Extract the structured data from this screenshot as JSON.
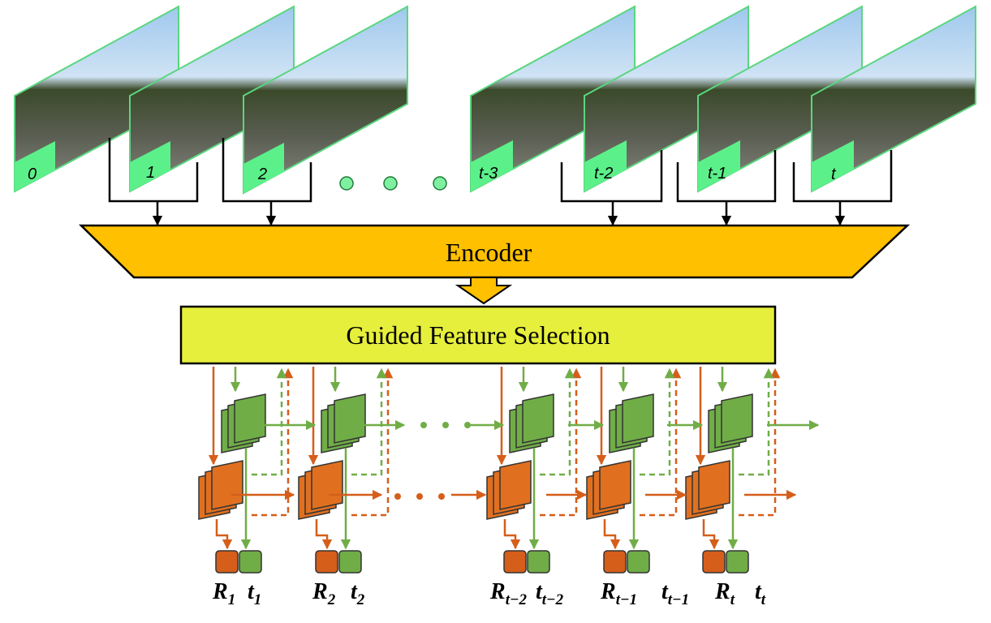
{
  "frames": [
    {
      "label": "0"
    },
    {
      "label": "1"
    },
    {
      "label": "2"
    },
    {
      "label": "t-3"
    },
    {
      "label": "t-2"
    },
    {
      "label": "t-1"
    },
    {
      "label": "t"
    }
  ],
  "encoder": {
    "label": "Encoder"
  },
  "gfs": {
    "label": "Guided Feature Selection"
  },
  "outputs": [
    {
      "R_base": "R",
      "R_sub": "1",
      "t_base": "t",
      "t_sub": "1"
    },
    {
      "R_base": "R",
      "R_sub": "2",
      "t_base": "t",
      "t_sub": "2"
    },
    {
      "R_base": "R",
      "R_sub": "t−2",
      "t_base": "t",
      "t_sub": "t−2"
    },
    {
      "R_base": "R",
      "R_sub": "t−1",
      "t_base": "t",
      "t_sub": "t−1"
    },
    {
      "R_base": "R",
      "R_sub": "t",
      "t_base": "t",
      "t_sub": "t"
    }
  ],
  "colors": {
    "frame_border": "#5ad67f",
    "frame_label_bg": "#5cf08a",
    "encoder": "#ffc000",
    "gfs": "#e6ef3c",
    "green": "#70ad47",
    "orange": "#d55e1a",
    "dot": "#7ff0a0"
  }
}
